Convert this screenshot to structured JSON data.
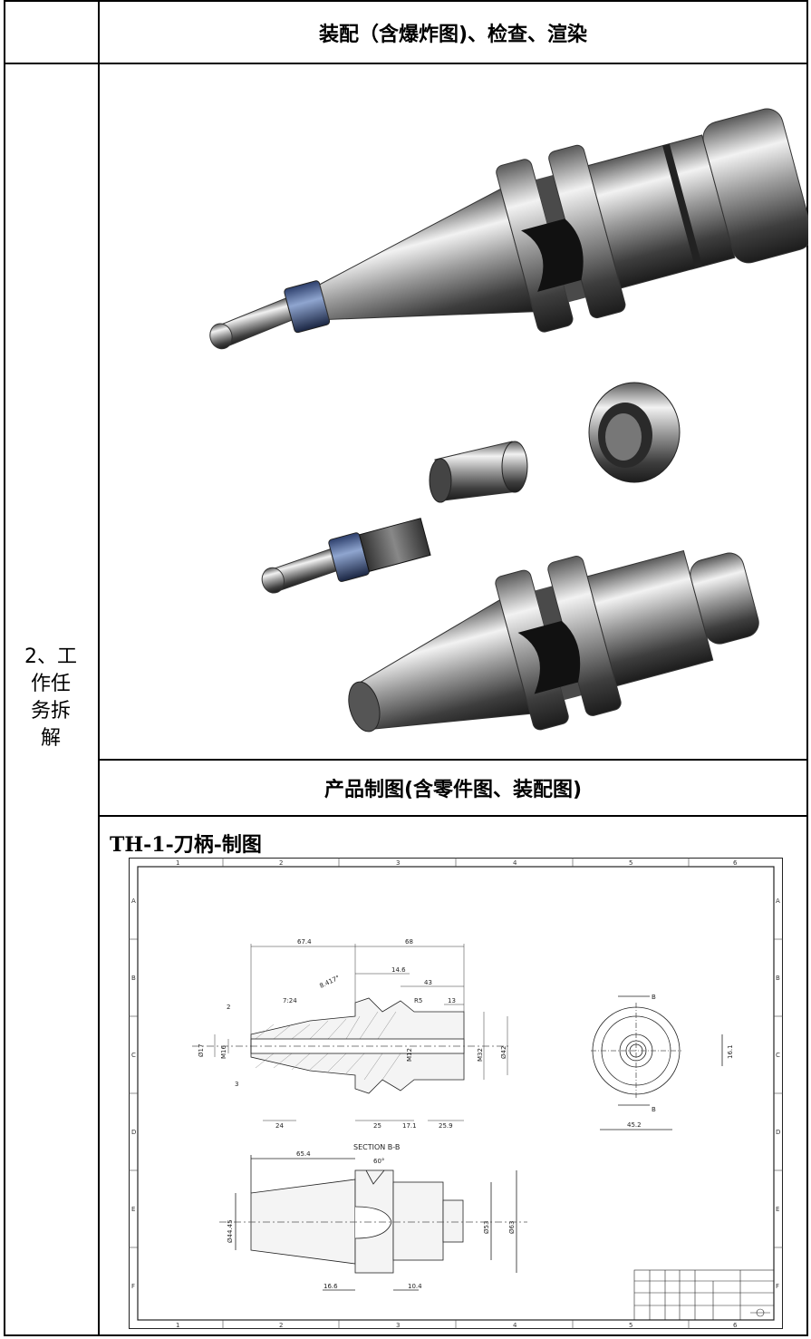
{
  "header": {
    "title": "装配（含爆炸图)、检查、渲染"
  },
  "row_label": {
    "lines": [
      "2、工",
      "作任",
      "务拆",
      "解"
    ]
  },
  "section2": {
    "title": "产品制图(含零件图、装配图)"
  },
  "drawing": {
    "heading": "TH-1-刀柄-制图",
    "section_label": "SECTION B-B",
    "col_marks": [
      "1",
      "2",
      "3",
      "4",
      "5",
      "6"
    ],
    "row_marks": [
      "A",
      "B",
      "C",
      "D",
      "E",
      "F"
    ],
    "dims": {
      "d_67_4": "67.4",
      "d_68": "68",
      "d_14_6": "14.6",
      "d_43": "43",
      "d_8417": "8.417°",
      "d_724": "7:24",
      "d_r5": "R5",
      "d_13": "13",
      "d_2": "2",
      "d_17": "Ø17",
      "d_16": "M16",
      "d_12": "M12",
      "d_32": "M32",
      "d_42": "Ø42",
      "d_3": "3",
      "d_24": "24",
      "d_25": "25",
      "d_17_1": "17.1",
      "d_25_9": "25.9",
      "d_b1": "B",
      "d_b2": "B",
      "d_45_2": "45.2",
      "d_16_1": "16.1",
      "d_65_4": "65.4",
      "d_60": "60°",
      "d_44_45": "Ø44.45",
      "d_53": "Ø53",
      "d_63": "Ø63",
      "d_16_6": "16.6",
      "d_10_4": "10.4"
    }
  }
}
